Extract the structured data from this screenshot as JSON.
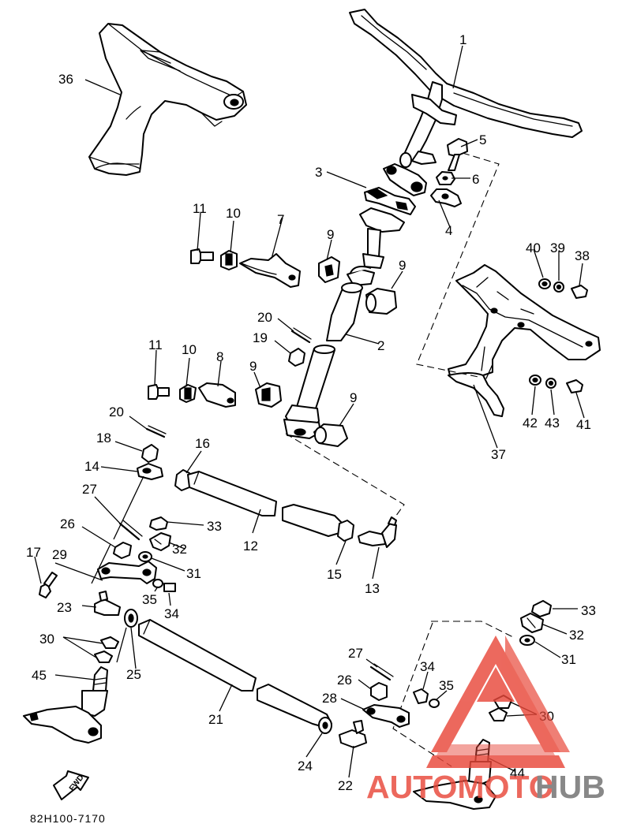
{
  "diagram_code": "82H100-7170",
  "fwd_mark": "FWD",
  "watermark": {
    "left": "AUTOMOTO",
    "right": "HUB",
    "color_red": "#e8483a",
    "color_gray": "#6f6f6f"
  },
  "callouts": {
    "c1": "1",
    "c2": "2",
    "c3": "3",
    "c4": "4",
    "c5": "5",
    "c6": "6",
    "c7": "7",
    "c8": "8",
    "c9a": "9",
    "c9b": "9",
    "c9c": "9",
    "c9d": "9",
    "c10a": "10",
    "c10b": "10",
    "c11a": "11",
    "c11b": "11",
    "c12": "12",
    "c13": "13",
    "c14": "14",
    "c15": "15",
    "c16": "16",
    "c17": "17",
    "c18": "18",
    "c19": "19",
    "c20a": "20",
    "c20b": "20",
    "c21": "21",
    "c22": "22",
    "c23": "23",
    "c24": "24",
    "c25": "25",
    "c26a": "26",
    "c26b": "26",
    "c27a": "27",
    "c27b": "27",
    "c28": "28",
    "c29": "29",
    "c30a": "30",
    "c30b": "30",
    "c31a": "31",
    "c31b": "31",
    "c32a": "32",
    "c32b": "32",
    "c33a": "33",
    "c33b": "33",
    "c34a": "34",
    "c34b": "34",
    "c35a": "35",
    "c35b": "35",
    "c36": "36",
    "c37": "37",
    "c38": "38",
    "c39": "39",
    "c40": "40",
    "c41": "41",
    "c42": "42",
    "c43": "43",
    "c44": "44",
    "c45": "45"
  }
}
